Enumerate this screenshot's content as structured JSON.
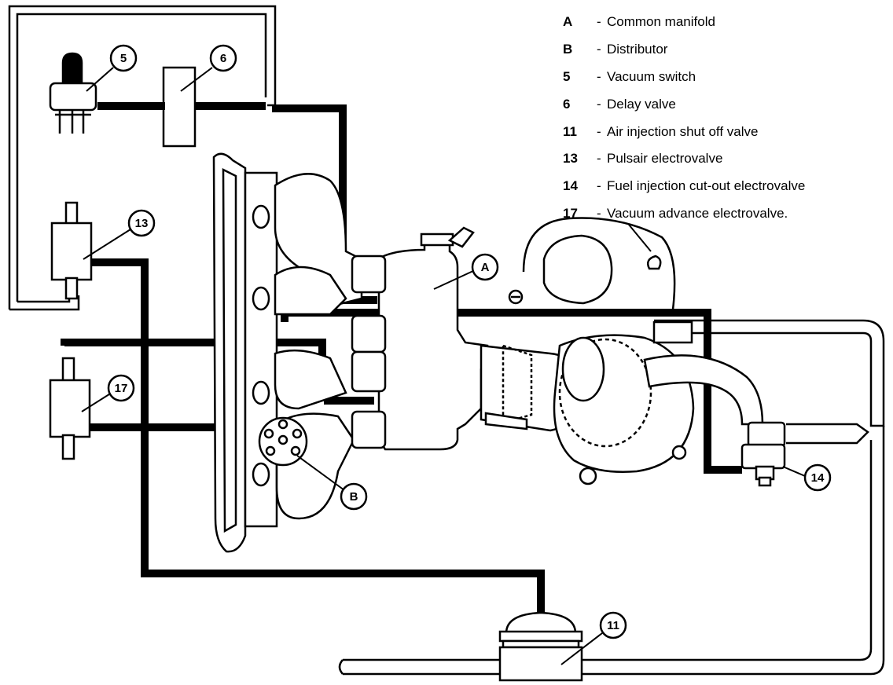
{
  "legend": [
    {
      "key": "A",
      "text": "Common manifold"
    },
    {
      "key": "B",
      "text": "Distributor"
    },
    {
      "key": "5",
      "text": "Vacuum switch"
    },
    {
      "key": "6",
      "text": "Delay valve"
    },
    {
      "key": "11",
      "text": "Air injection shut off valve"
    },
    {
      "key": "13",
      "text": "Pulsair electrovalve"
    },
    {
      "key": "14",
      "text": "Fuel injection cut-out electrovalve"
    },
    {
      "key": "17",
      "text": "Vacuum advance electrovalve."
    }
  ],
  "legend_dash": "-",
  "callouts": {
    "c5": "5",
    "c6": "6",
    "c13": "13",
    "c17": "17",
    "cA": "A",
    "cB": "B",
    "c14": "14",
    "c11": "11"
  },
  "colors": {
    "ink": "#000000",
    "paper": "#ffffff"
  }
}
